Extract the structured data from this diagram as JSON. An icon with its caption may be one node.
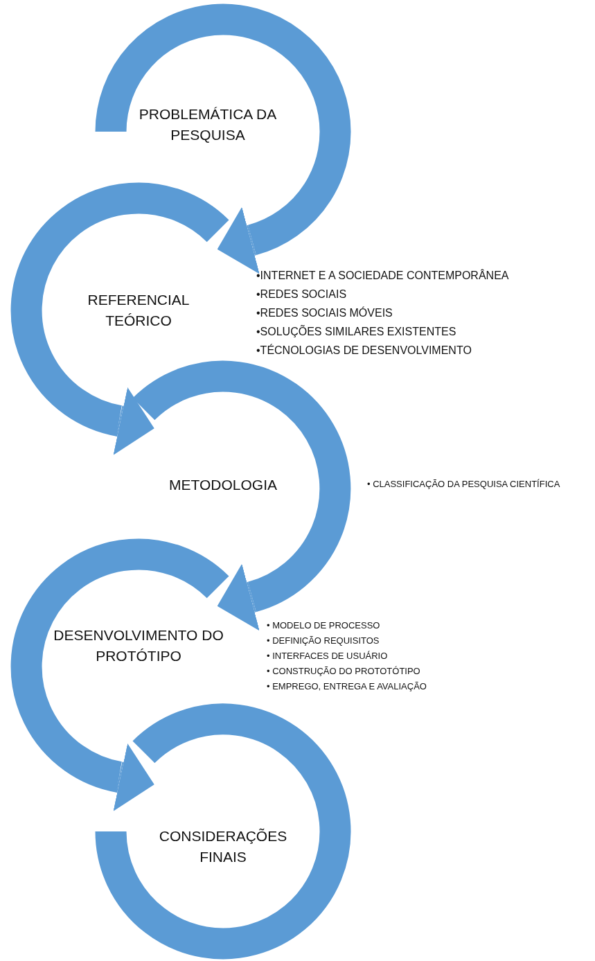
{
  "diagram": {
    "nodes": [
      {
        "text": [
          "PROBLEMÁTICA DA PESQUISA"
        ]
      },
      {
        "text": [
          "REFERENCIAL TEÓRICO"
        ],
        "beside": [
          "•INTERNET E A SOCIEDADE CONTEMPORÂNEA",
          "•REDES SOCIAIS",
          "•REDES SOCIAIS MÓVEIS",
          "•SOLUÇÕES SIMILARES EXISTENTES",
          "•TÉCNOLOGIAS DE DESENVOLVIMENTO"
        ]
      },
      {
        "text": [
          "METODOLOGIA"
        ],
        "beside": [
          "• CLASSIFICAÇÃO DA PESQUISA CIENTÍFICA"
        ]
      },
      {
        "text": [
          "DESENVOLVIMENTO DO PROTÓTIPO"
        ],
        "beside": [
          "• MODELO DE PROCESSO",
          "• DEFINIÇÃO REQUISITOS",
          "• INTERFACES DE USUÁRIO",
          "• CONSTRUÇÃO DO PROTOTÓTIPO",
          "• EMPREGO, ENTREGA E AVALIAÇÃO"
        ]
      },
      {
        "text": [
          "CONSIDERAÇÕES FINAIS"
        ]
      }
    ],
    "edges": [
      {
        "from": 0,
        "to": 1,
        "arrow": "to"
      },
      {
        "from": 1,
        "to": 2,
        "arrow": "to"
      },
      {
        "from": 2,
        "to": 3,
        "arrow": "to"
      },
      {
        "from": 3,
        "to": 4,
        "arrow": "to"
      }
    ]
  }
}
